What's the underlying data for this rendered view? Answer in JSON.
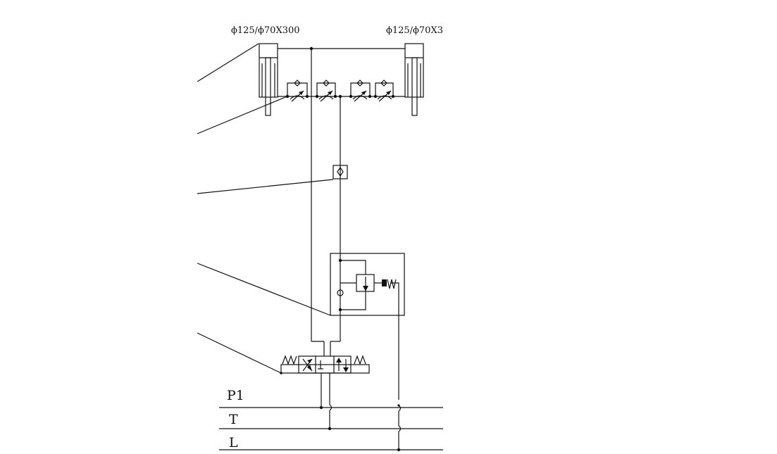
{
  "cylinders": {
    "left_spec": "ϕ125/ϕ70X300",
    "right_spec": "ϕ125/ϕ70X3"
  },
  "bus_lines": {
    "p1": "P1",
    "t": "T",
    "l": "L"
  }
}
